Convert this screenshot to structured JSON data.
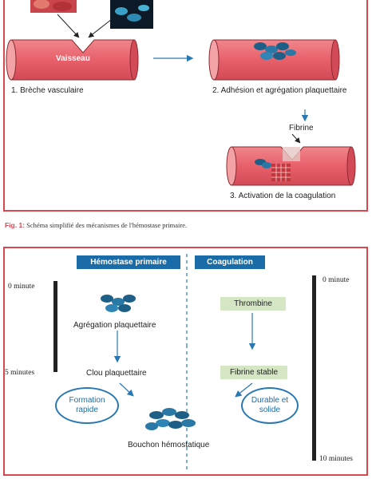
{
  "figure1": {
    "vessel_label": "Vaisseau",
    "step1": "1. Brèche vasculaire",
    "step2": "2. Adhésion et agrégation plaquettaire",
    "fibrine": "Fibrine",
    "step3": "3. Activation de la coagulation",
    "caption_prefix": "Fig. 1:",
    "caption_text": "Schéma simplifié des mécanismes de l'hémostase primaire."
  },
  "figure2": {
    "header_left": "Hémostase primaire",
    "header_right": "Coagulation",
    "time_left_start": "0 minute",
    "time_left_end": "5 minutes",
    "time_right_start": "0 minute",
    "time_right_end": "10 minutes",
    "aggregation": "Agrégation plaquettaire",
    "clou": "Clou plaquettaire",
    "thrombine": "Thrombine",
    "fibrine_stable": "Fibrine stable",
    "formation": "Formation rapide",
    "durable": "Durable et solide",
    "bouchon": "Bouchon hémostatique"
  },
  "colors": {
    "vessel": "#e8606a",
    "frame": "#d9474f",
    "header": "#1a6ca8",
    "green_box": "#d4e6c4",
    "arrow": "#2a78b2"
  }
}
